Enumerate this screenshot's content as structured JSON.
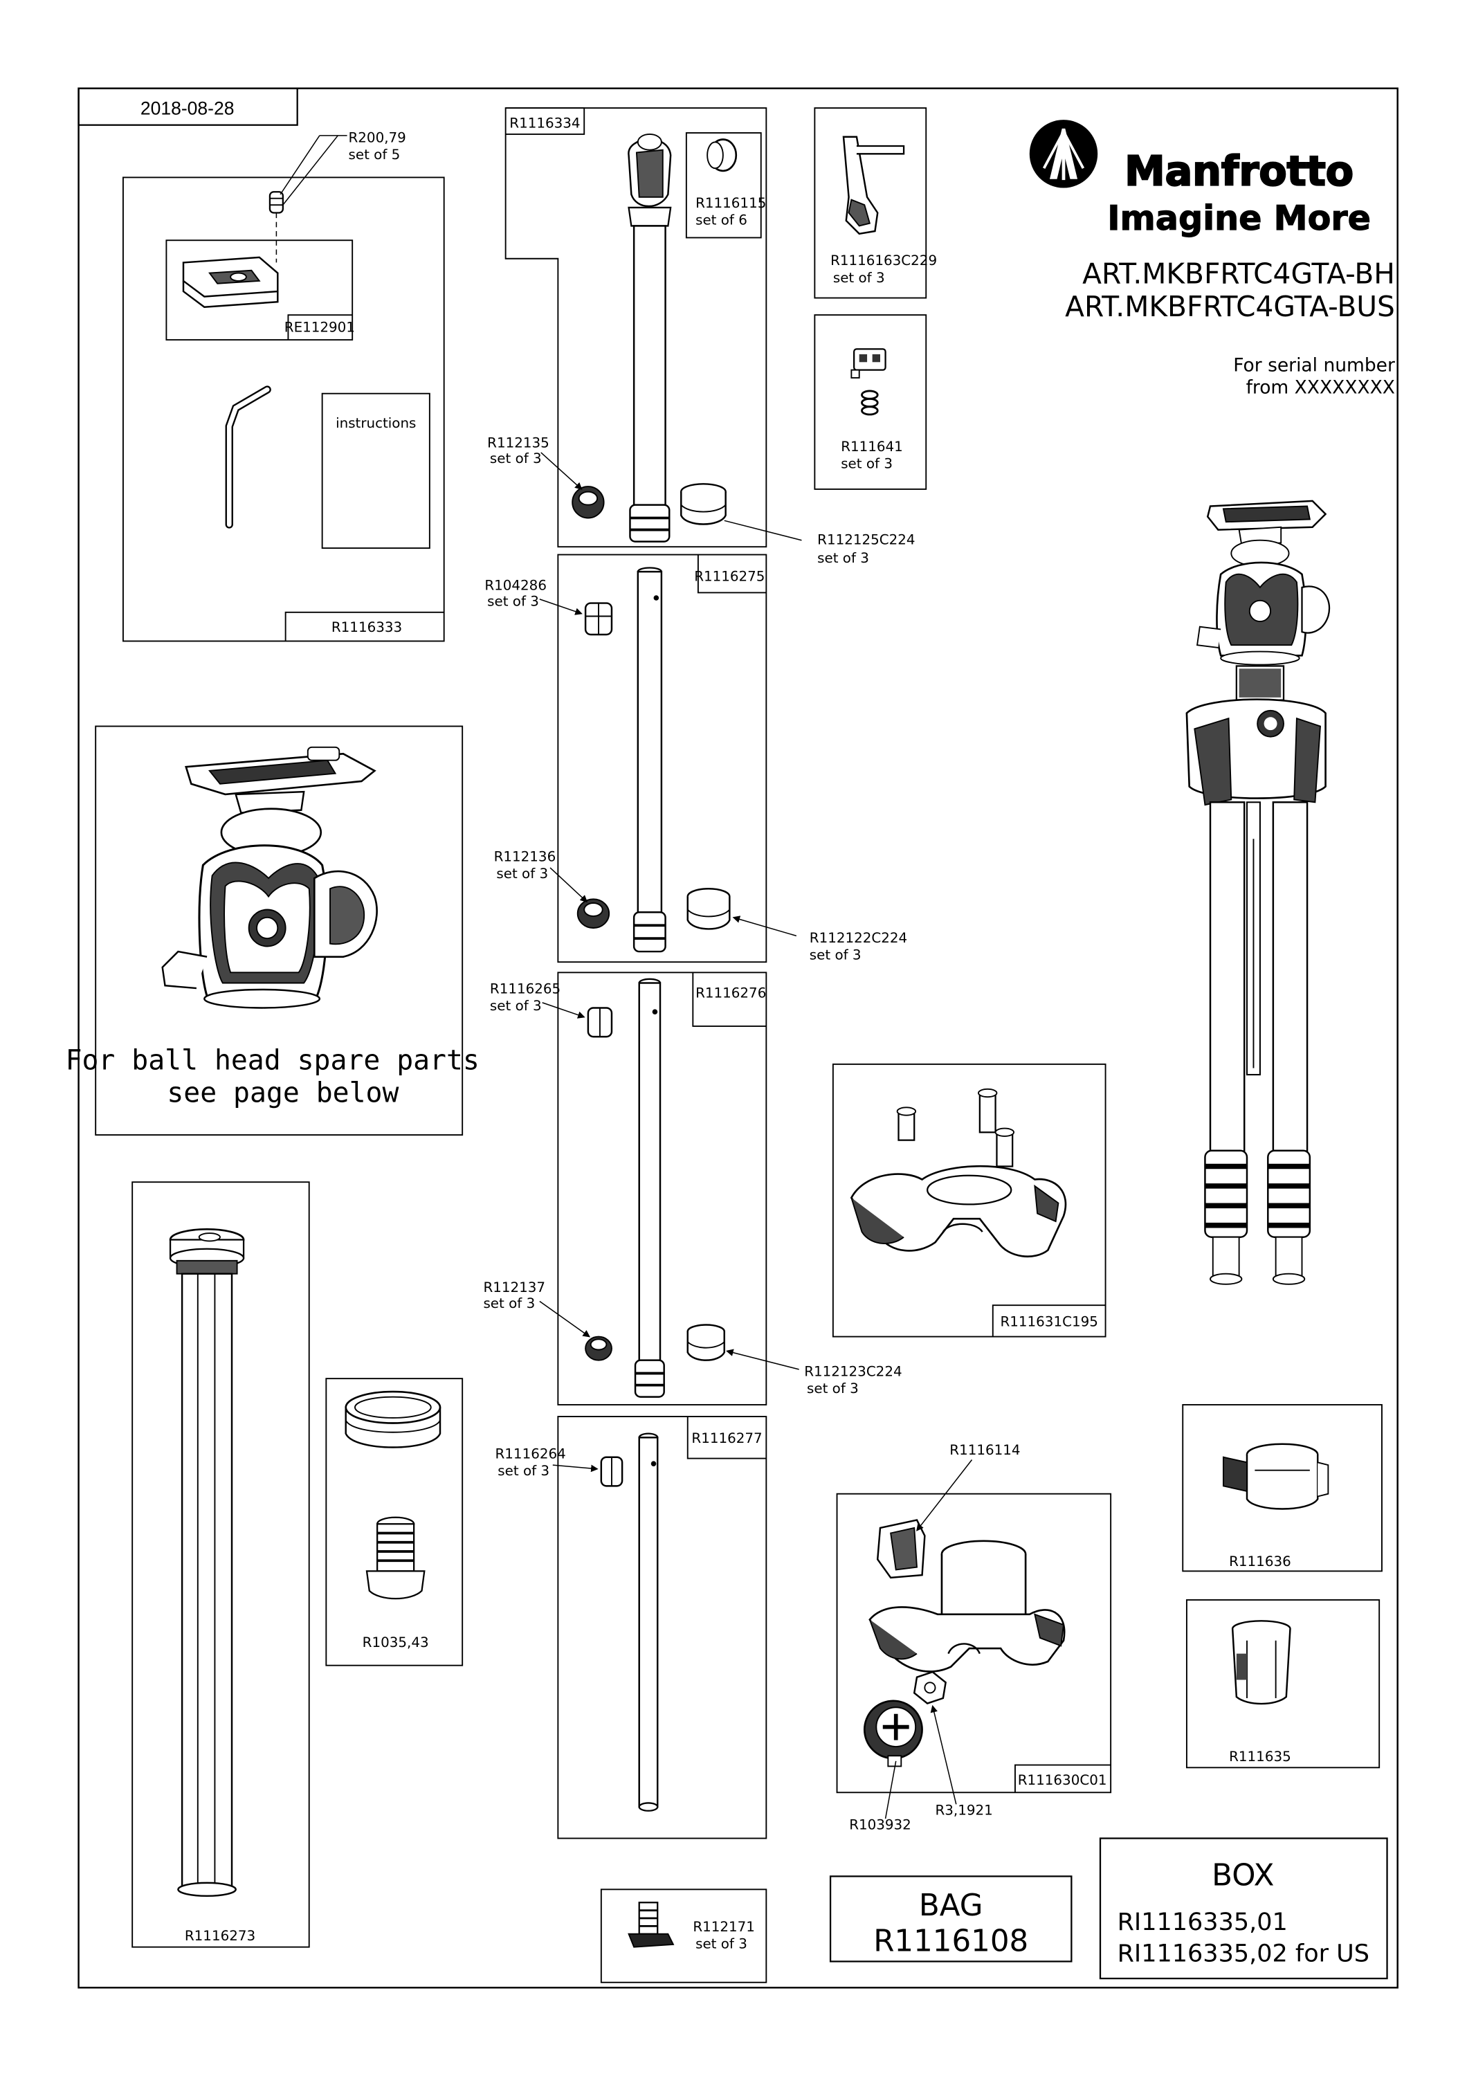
{
  "date": "2018-08-28",
  "brand": {
    "name": "Manfrotto",
    "tagline": "Imagine More"
  },
  "articles": [
    "ART.MKBFRTC4GTA-BH",
    "ART.MKBFRTC4GTA-BUS"
  ],
  "serial": {
    "line1": "For serial number",
    "line2": "from XXXXXXXX"
  },
  "parts": {
    "r200_79": {
      "code": "R200,79",
      "qty": "set of 5"
    },
    "re112901": {
      "code": "RE112901"
    },
    "instructions": {
      "label": "instructions"
    },
    "r1116333": {
      "code": "R1116333"
    },
    "ball_head_note": {
      "line1": "For ball head spare parts",
      "line2": "see page below"
    },
    "r1116273": {
      "code": "R1116273"
    },
    "r1035_43": {
      "code": "R1035,43"
    },
    "r1116334": {
      "code": "R1116334"
    },
    "r1116115": {
      "code": "R1116115",
      "qty": "set of 6"
    },
    "r112135": {
      "code": "R112135",
      "qty": "set of 3"
    },
    "r112125c224": {
      "code": "R112125C224",
      "qty": "set of 3"
    },
    "r1116275": {
      "code": "R1116275"
    },
    "r104286": {
      "code": "R104286",
      "qty": "set of 3"
    },
    "r112136": {
      "code": "R112136",
      "qty": "set of 3"
    },
    "r112122c224": {
      "code": "R112122C224",
      "qty": "set of 3"
    },
    "r1116276": {
      "code": "R1116276"
    },
    "r1116265": {
      "code": "R1116265",
      "qty": "set of 3"
    },
    "r112137": {
      "code": "R112137",
      "qty": "set of 3"
    },
    "r112123c224": {
      "code": "R112123C224",
      "qty": "set of 3"
    },
    "r1116277": {
      "code": "R1116277"
    },
    "r1116264": {
      "code": "R1116264",
      "qty": "set of 3"
    },
    "r112171": {
      "code": "R112171",
      "qty": "set of 3"
    },
    "r1116163c229": {
      "code": "R1116163C229",
      "qty": "set of 3"
    },
    "r111641": {
      "code": "R111641",
      "qty": "set of 3"
    },
    "r111631c195": {
      "code": "R111631C195"
    },
    "r1116114": {
      "code": "R1116114"
    },
    "r111630c01": {
      "code": "R111630C01"
    },
    "r103932": {
      "code": "R103932"
    },
    "r3_1921": {
      "code": "R3,1921"
    },
    "r111636": {
      "code": "R111636"
    },
    "r111635": {
      "code": "R111635"
    }
  },
  "bag": {
    "label": "BAG",
    "code": "R1116108"
  },
  "box": {
    "label": "BOX",
    "code1": "RI1116335,01",
    "code2": "RI1116335,02 for US"
  }
}
